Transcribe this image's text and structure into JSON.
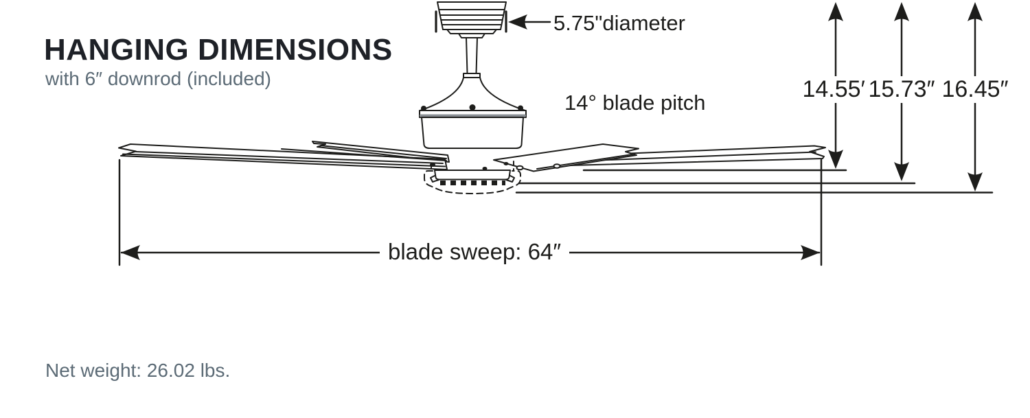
{
  "header": {
    "title": "HANGING DIMENSIONS",
    "subtitle": "with 6″ downrod (included)"
  },
  "diagram": {
    "canopy_diameter_label": "5.75\"diameter",
    "blade_pitch_label": "14° blade pitch",
    "blade_sweep_label": "blade sweep: 64″",
    "hanging_heights": [
      {
        "value": "14.55″"
      },
      {
        "value": "15.73″"
      },
      {
        "value": "16.45″"
      }
    ]
  },
  "footer": {
    "net_weight": "Net weight: 26.02 lbs."
  },
  "colors": {
    "ink": "#1d1d1b",
    "muted": "#5c6b76",
    "motor_stripe": "#8a8f94"
  }
}
